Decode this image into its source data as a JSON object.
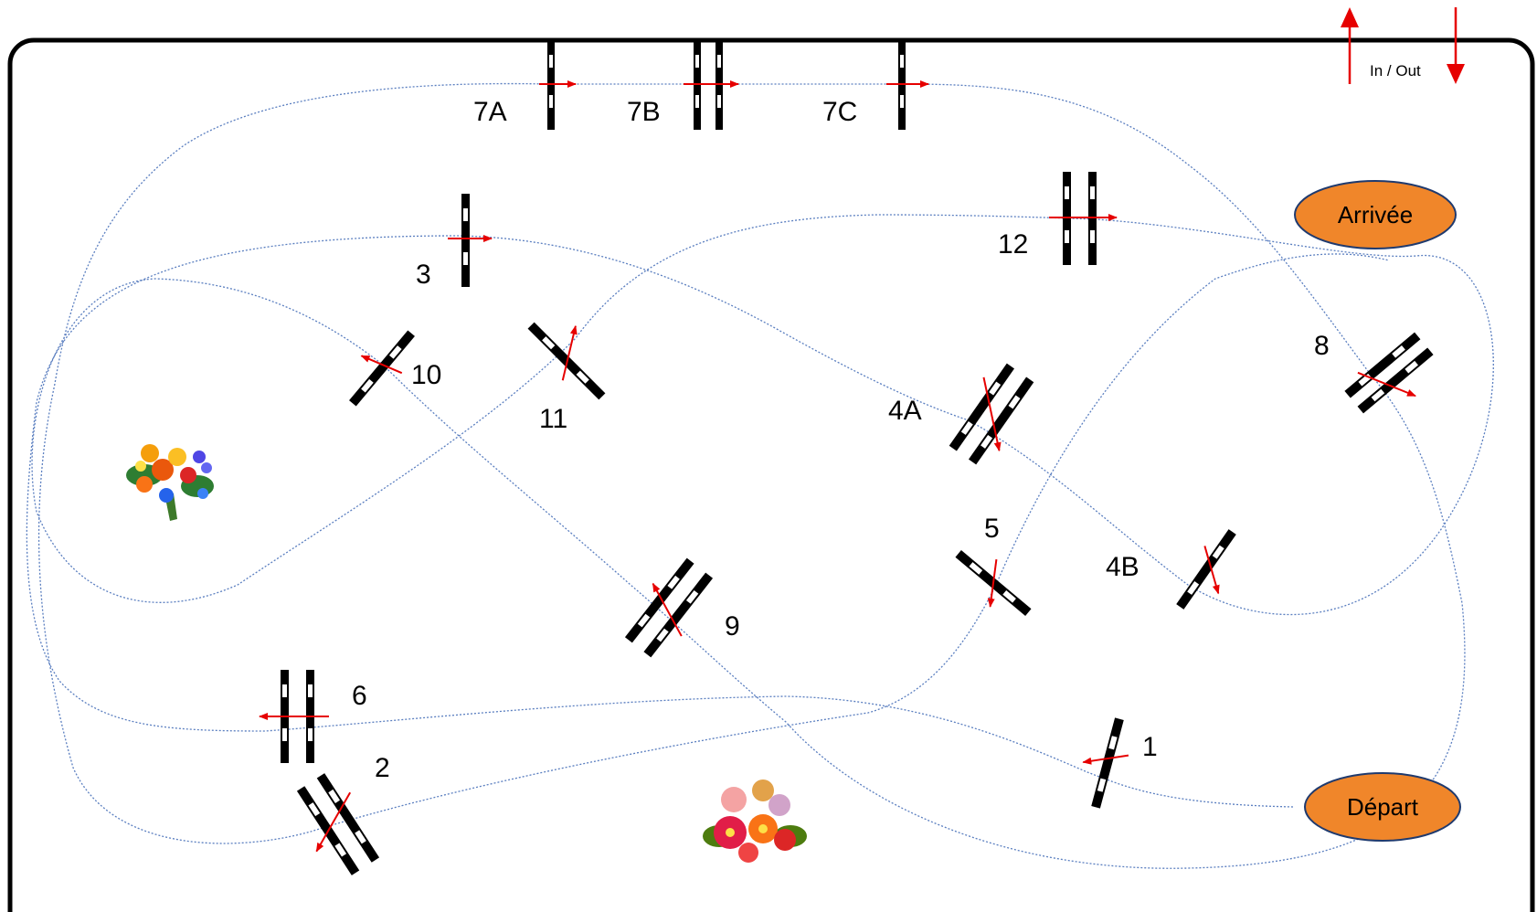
{
  "legend": {
    "label": "In / Out"
  },
  "endpoints": {
    "start": "Départ",
    "finish": "Arrivée"
  },
  "obstacles": [
    {
      "id": "1",
      "label": "1"
    },
    {
      "id": "2",
      "label": "2"
    },
    {
      "id": "3",
      "label": "3"
    },
    {
      "id": "4a",
      "label": "4A"
    },
    {
      "id": "4b",
      "label": "4B"
    },
    {
      "id": "5",
      "label": "5"
    },
    {
      "id": "6",
      "label": "6"
    },
    {
      "id": "7a",
      "label": "7A"
    },
    {
      "id": "7b",
      "label": "7B"
    },
    {
      "id": "7c",
      "label": "7C"
    },
    {
      "id": "8",
      "label": "8"
    },
    {
      "id": "9",
      "label": "9"
    },
    {
      "id": "10",
      "label": "10"
    },
    {
      "id": "11",
      "label": "11"
    },
    {
      "id": "12",
      "label": "12"
    }
  ],
  "colors": {
    "route": "#5b7fc0",
    "arrow": "#e60000",
    "pole": "#000000",
    "badge": "#f0862a",
    "badge_border": "#1f3a6e",
    "arena_border": "#000000"
  },
  "decorations": [
    "flower-bouquet-left",
    "flower-bouquet-bottom"
  ]
}
